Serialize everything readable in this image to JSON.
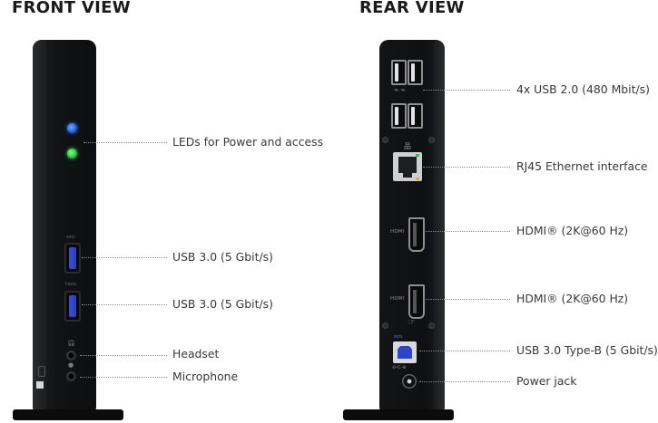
{
  "front_view": {
    "heading": "FRONT VIEW",
    "callouts": [
      {
        "label": "LEDs for Power and access"
      },
      {
        "label": "USB 3.0 (5 Gbit/s)"
      },
      {
        "label": "USB 3.0 (5 Gbit/s)"
      },
      {
        "label": "Headset"
      },
      {
        "label": "Microphone"
      }
    ],
    "led_colors": {
      "power": "#1f5ee8",
      "access": "#24c53a"
    }
  },
  "rear_view": {
    "heading": "REAR VIEW",
    "callouts": [
      {
        "label": "4x USB 2.0 (480 Mbit/s)"
      },
      {
        "label": "RJ45 Ethernet interface"
      },
      {
        "label": "HDMI® (2K@60 Hz)"
      },
      {
        "label": "HDMI® (2K@60 Hz)"
      },
      {
        "label": "USB 3.0 Type-B (5 Gbit/s)"
      },
      {
        "label": "Power jack"
      }
    ],
    "port_text": {
      "hdmi_1": "HDMI",
      "hdmi_2": "HDMI"
    }
  },
  "colors": {
    "usb3_blue": "#2e3fbf",
    "device_body": "#121314"
  },
  "icons": {
    "usb3_logo": "usb-ss-logo",
    "headset": "headset-icon",
    "microphone": "microphone-icon",
    "network": "network-icon",
    "usb2_logo": "usb-trident-icon"
  }
}
